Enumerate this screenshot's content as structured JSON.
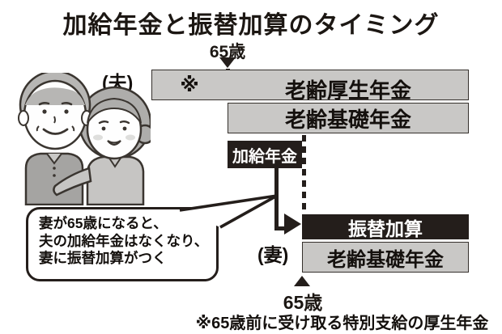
{
  "title": "加給年金と振替加算のタイミング",
  "husband": {
    "label": "(夫)",
    "age_marker": "65歳",
    "note_symbol": "※",
    "bars": [
      {
        "label": "老齢厚生年金"
      },
      {
        "label": "老齢基礎年金"
      },
      {
        "label": "加給年金"
      }
    ]
  },
  "wife": {
    "label": "(妻)",
    "age_marker": "65歳",
    "bars": [
      {
        "label": "振替加算"
      },
      {
        "label": "老齢基礎年金"
      }
    ]
  },
  "callout": {
    "lines": [
      "妻が65歳になると、",
      "夫の加給年金はなくなり、",
      "妻に振替加算がつく"
    ]
  },
  "footnote": "※65歳前に受け取る特別支給の厚生年金",
  "colors": {
    "bar_gray": "#c9c8c6",
    "bar_black": "#241e1b",
    "background": "#ffffff"
  }
}
